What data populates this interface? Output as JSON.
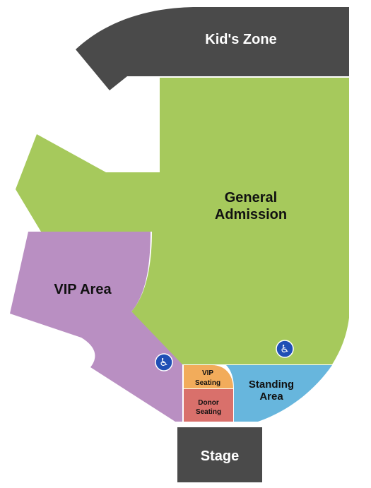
{
  "colors": {
    "kids_zone": "#4a4a4a",
    "general_admission": "#a6c95c",
    "vip_area": "#b98fc2",
    "vip_seating": "#f2ac5b",
    "donor_seating": "#d9706b",
    "standing_area": "#67b6dd",
    "stage": "#4a4a4a",
    "accessible_badge": "#1f4fb5"
  },
  "sections": {
    "kids_zone": {
      "label": "Kid's Zone"
    },
    "general_admission": {
      "label_line1": "General",
      "label_line2": "Admission"
    },
    "vip_area": {
      "label": "VIP Area"
    },
    "vip_seating": {
      "label_line1": "VIP",
      "label_line2": "Seating"
    },
    "donor_seating": {
      "label_line1": "Donor",
      "label_line2": "Seating"
    },
    "standing_area": {
      "label_line1": "Standing",
      "label_line2": "Area"
    },
    "stage": {
      "label": "Stage"
    }
  },
  "icons": {
    "accessible": {
      "name": "wheelchair-icon",
      "glyph": "♿"
    }
  }
}
